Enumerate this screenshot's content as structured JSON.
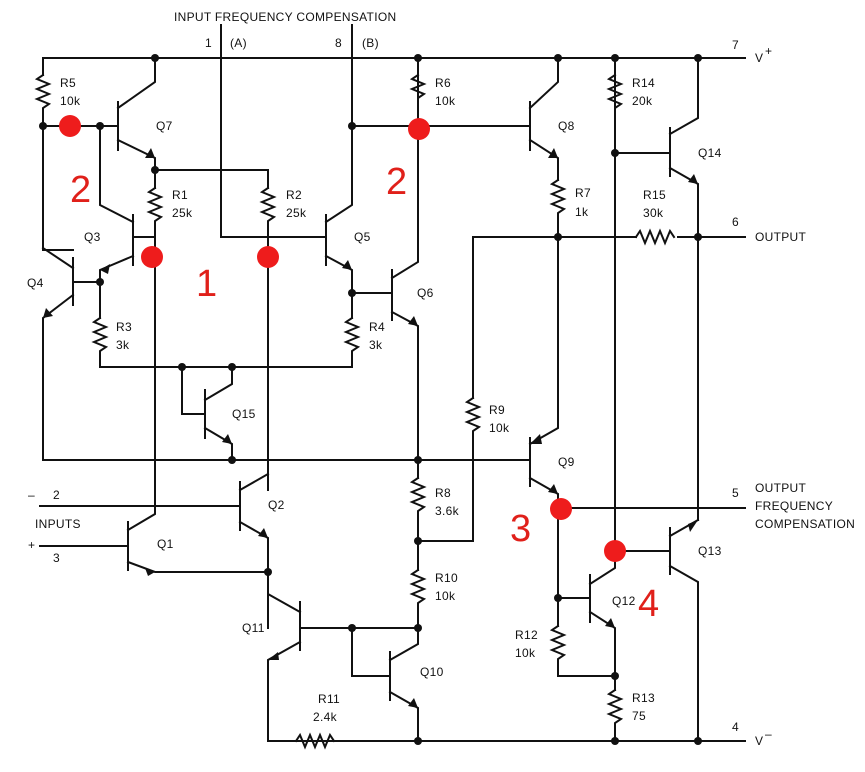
{
  "title": "INPUT FREQUENCY COMPENSATION",
  "pins": {
    "p1": "1",
    "p1b": "(A)",
    "p8": "8",
    "p8b": "(B)",
    "p7": "7",
    "p7b": "V",
    "p6": "6",
    "p6b": "OUTPUT",
    "p5": "5",
    "p5b1": "OUTPUT",
    "p5b2": "FREQUENCY",
    "p5b3": "COMPENSATION",
    "p4": "4",
    "p4b": "V",
    "p2": "2",
    "p2s": "–",
    "p3": "3",
    "p3s": "+",
    "inputs": "INPUTS"
  },
  "transistors": {
    "q1": "Q1",
    "q2": "Q2",
    "q3": "Q3",
    "q4": "Q4",
    "q5": "Q5",
    "q6": "Q6",
    "q7": "Q7",
    "q8": "Q8",
    "q9": "Q9",
    "q10": "Q10",
    "q11": "Q11",
    "q12": "Q12",
    "q13": "Q13",
    "q14": "Q14",
    "q15": "Q15"
  },
  "resistors": {
    "r1": {
      "name": "R1",
      "value": "25k"
    },
    "r2": {
      "name": "R2",
      "value": "25k"
    },
    "r3": {
      "name": "R3",
      "value": "3k"
    },
    "r4": {
      "name": "R4",
      "value": "3k"
    },
    "r5": {
      "name": "R5",
      "value": "10k"
    },
    "r6": {
      "name": "R6",
      "value": "10k"
    },
    "r7": {
      "name": "R7",
      "value": "1k"
    },
    "r8": {
      "name": "R8",
      "value": "3.6k"
    },
    "r9": {
      "name": "R9",
      "value": "10k"
    },
    "r10": {
      "name": "R10",
      "value": "10k"
    },
    "r11": {
      "name": "R11",
      "value": "2.4k"
    },
    "r12": {
      "name": "R12",
      "value": "10k"
    },
    "r13": {
      "name": "R13",
      "value": "75"
    },
    "r14": {
      "name": "R14",
      "value": "20k"
    },
    "r15": {
      "name": "R15",
      "value": "30k"
    }
  },
  "annotations": {
    "a1": "1",
    "a2l": "2",
    "a2r": "2",
    "a3": "3",
    "a4": "4"
  },
  "colors": {
    "wire": "#111111",
    "marker": "#ee1c1c",
    "annotation": "#e0201a"
  }
}
